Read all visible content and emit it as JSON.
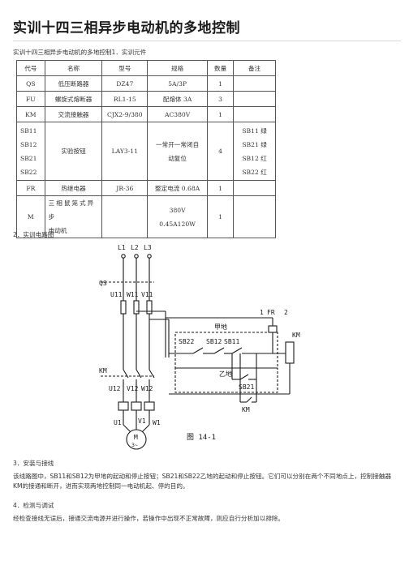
{
  "title": "实训十四三相异步电动机的多地控制",
  "section1": "实训十四三相异步电动机的多地控制1．实训元件",
  "table": {
    "headers": [
      "代号",
      "名称",
      "型号",
      "规格",
      "数量",
      "备注"
    ],
    "rows": [
      {
        "code": "QS",
        "name": "低压断路器",
        "model": "DZ47",
        "spec": "5A/3P",
        "qty": "1",
        "note": ""
      },
      {
        "code": "FU",
        "name": "螺旋式熔断器",
        "model": "RL1-15",
        "spec": "配熔体 3A",
        "qty": "3",
        "note": ""
      },
      {
        "code": "KM",
        "name": "交流接触器",
        "model": "CJX2-9/380",
        "spec": "AC380V",
        "qty": "1",
        "note": ""
      }
    ],
    "button_row": {
      "codes": [
        "SB11",
        "SB12",
        "SB21",
        "SB22"
      ],
      "name": "实验按钮",
      "model": "LAY3-11",
      "spec_line1": "一常开一常闭自",
      "spec_line2": "动复位",
      "qty": "4",
      "notes": [
        "SB11 绿",
        "SB21 绿",
        "SB12 红",
        "SB22 红"
      ]
    },
    "fr_row": {
      "code": "FR",
      "name": "热继电器",
      "model": "JR-36",
      "spec": "整定电流 0.68A",
      "qty": "1",
      "note": ""
    },
    "motor_row": {
      "code": "M",
      "name_line1": "三相鼠笼式异步",
      "name_line2": "电动机",
      "spec_line1": "380V",
      "spec_line2": "0.45A120W",
      "qty": "1"
    }
  },
  "section2": "2．实训电路图",
  "diagram": {
    "phases": [
      "L1",
      "L2",
      "L3"
    ],
    "qs": "QS",
    "top_terms": [
      "U11",
      "W11",
      "V11"
    ],
    "fr": "FR",
    "fr_terms": [
      "1",
      "2"
    ],
    "loc_a": "甲地",
    "loc_b": "乙地",
    "buttons": [
      "SB22",
      "SB12",
      "SB11",
      "SB21"
    ],
    "km_coil": "KM",
    "km_aux": "KM",
    "km_main": "KM",
    "mid_terms": [
      "U12",
      "V12",
      "W12"
    ],
    "motor_terms": [
      "U1",
      "V1",
      "W1"
    ],
    "motor": "M",
    "motor_sub": "3~",
    "caption": "图 14-1"
  },
  "section3": "3．安装与接线",
  "para3": "该线路图中，SB11和SB12为甲地的起动和停止按钮；SB21和SB22乙地的起动和停止按钮。它们可以分别在两个不同地点上，控制接触器KM的接通和断开，进而实现两地控制同一电动机起、停的目的。",
  "section4": "4．检测与调试",
  "para4": "经检查接线无误后，接通交流电源并进行操作，若操作中出现不正常故障，则应自行分析加以排除。"
}
